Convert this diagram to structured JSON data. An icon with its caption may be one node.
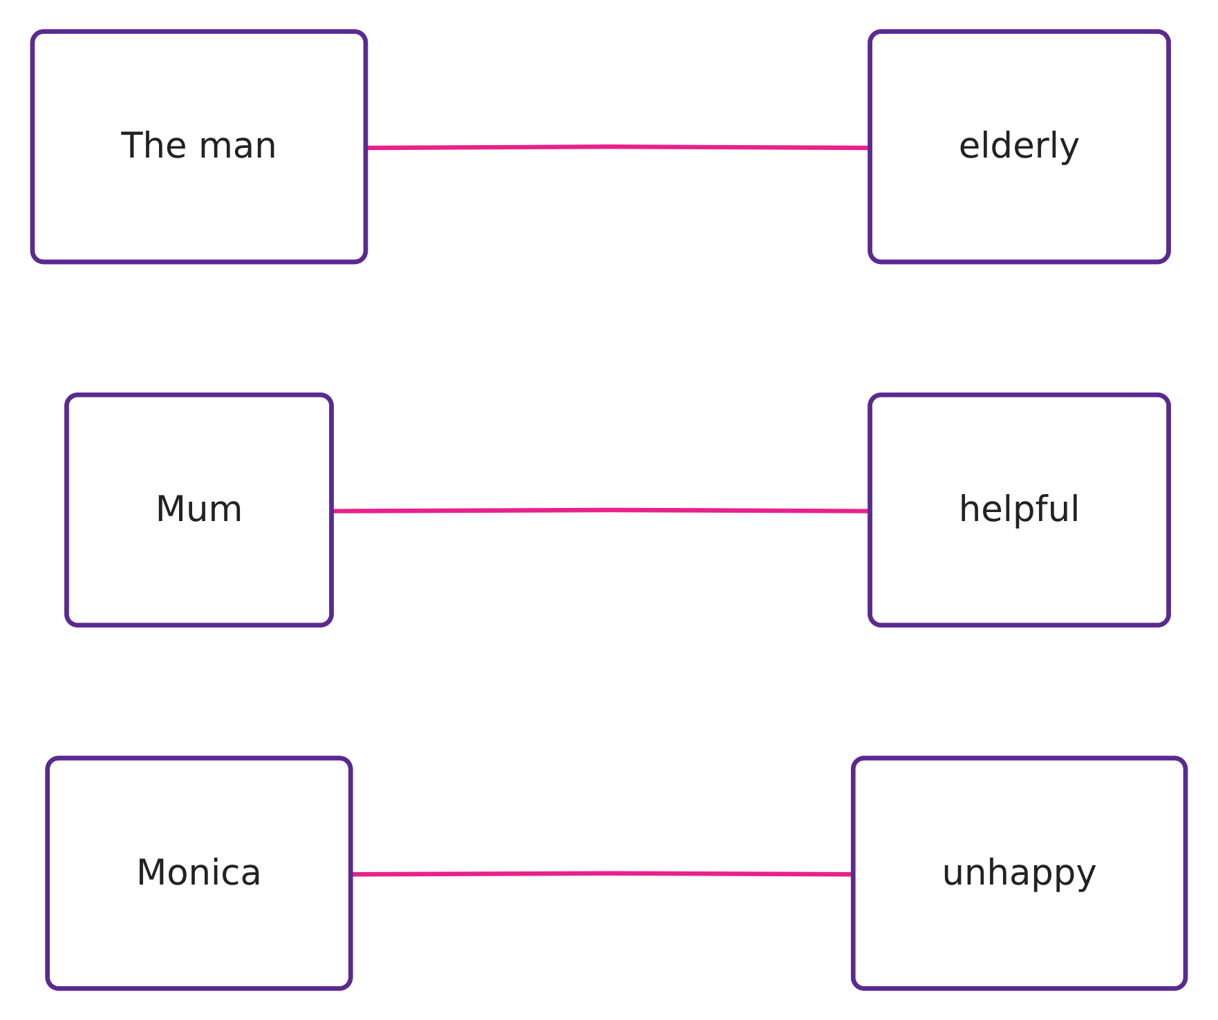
{
  "diagram": {
    "nodes": [
      {
        "text": [
          "The man"
        ]
      },
      {
        "text": [
          "Mum"
        ]
      },
      {
        "text": [
          "Monica"
        ]
      },
      {
        "text": [
          "helpful"
        ]
      },
      {
        "text": [
          "unhappy"
        ]
      },
      {
        "text": [
          "elderly"
        ]
      }
    ],
    "edges": [
      {
        "from": 0,
        "to": 5,
        "arrow": "none"
      },
      {
        "from": 1,
        "to": 3,
        "arrow": "none"
      },
      {
        "from": 2,
        "to": 4,
        "arrow": "none"
      }
    ]
  }
}
